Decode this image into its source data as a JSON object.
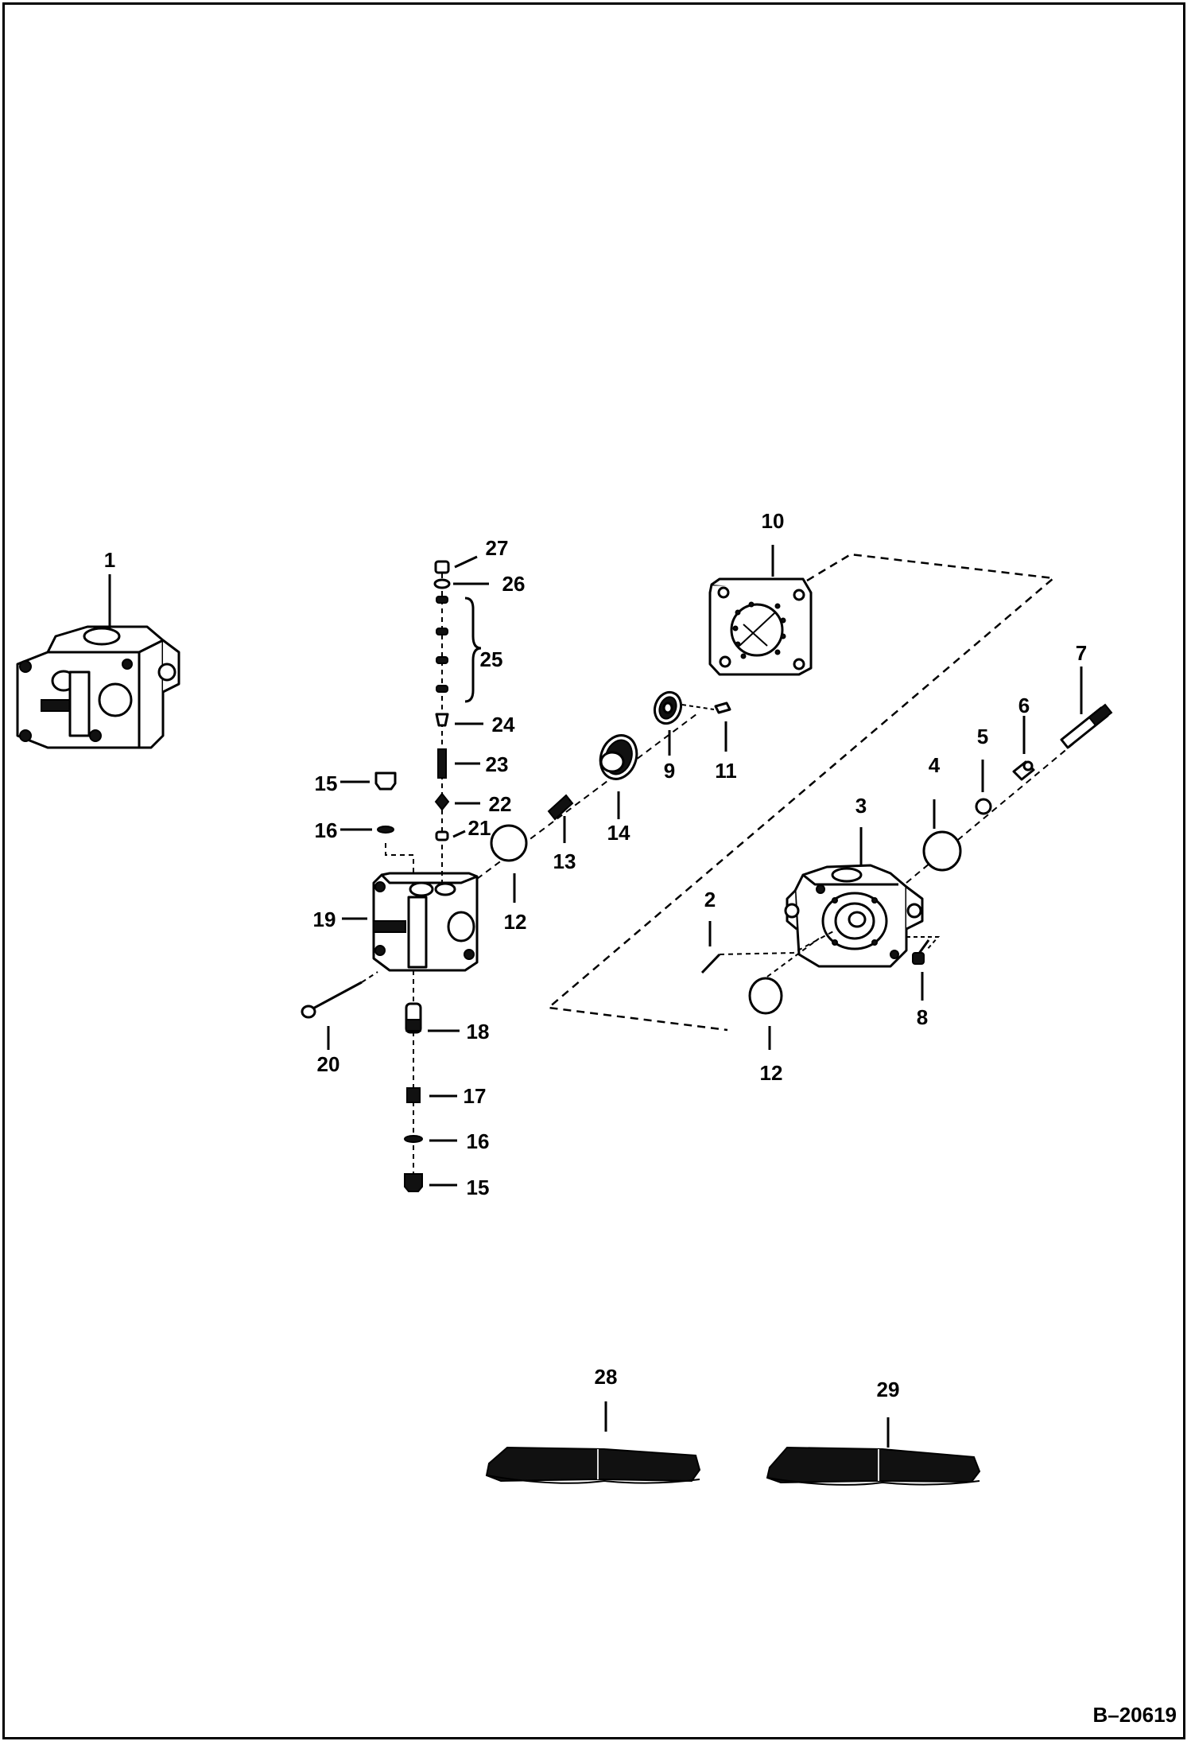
{
  "diagram_code": "B–20619",
  "callouts": {
    "p1": "1",
    "p2": "2",
    "p3": "3",
    "p4": "4",
    "p5": "5",
    "p6": "6",
    "p7": "7",
    "p8": "8",
    "p9": "9",
    "p10": "10",
    "p11": "11",
    "p12a": "12",
    "p12b": "12",
    "p13": "13",
    "p14": "14",
    "p15a": "15",
    "p15b": "15",
    "p16a": "16",
    "p16b": "16",
    "p17": "17",
    "p18": "18",
    "p19": "19",
    "p20": "20",
    "p21": "21",
    "p22": "22",
    "p23": "23",
    "p24": "24",
    "p25": "25",
    "p26": "26",
    "p27": "27",
    "p28": "28",
    "p29": "29"
  }
}
